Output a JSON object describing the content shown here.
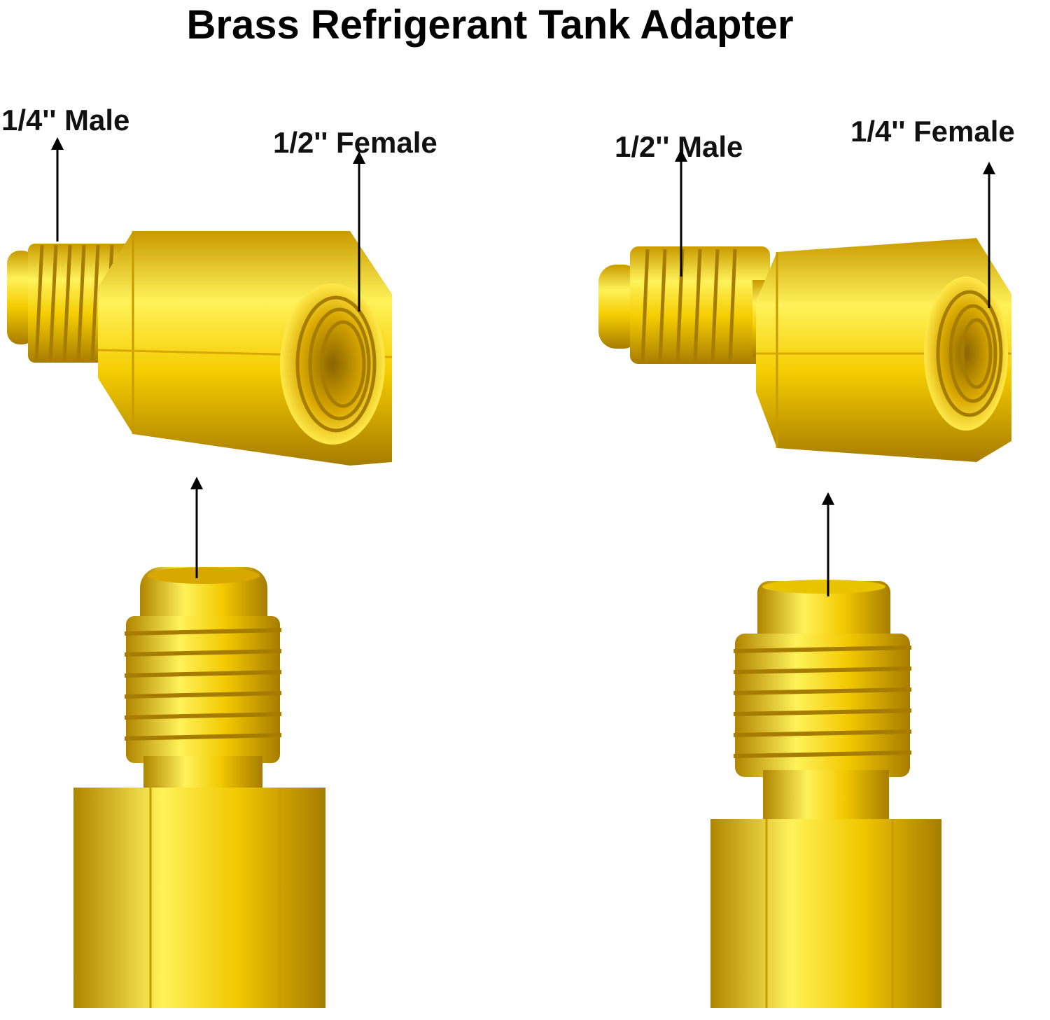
{
  "title": "Brass Refrigerant Tank Adapter",
  "labels": {
    "male_quarter": "1/4'' Male",
    "female_half": "1/2'' Female",
    "male_half": "1/2'' Male",
    "female_quarter": "1/4'' Female"
  },
  "colors": {
    "brass_light": "#ffe94a",
    "brass_mid": "#f2c800",
    "brass_dark": "#b58a00",
    "arrow": "#000000"
  }
}
